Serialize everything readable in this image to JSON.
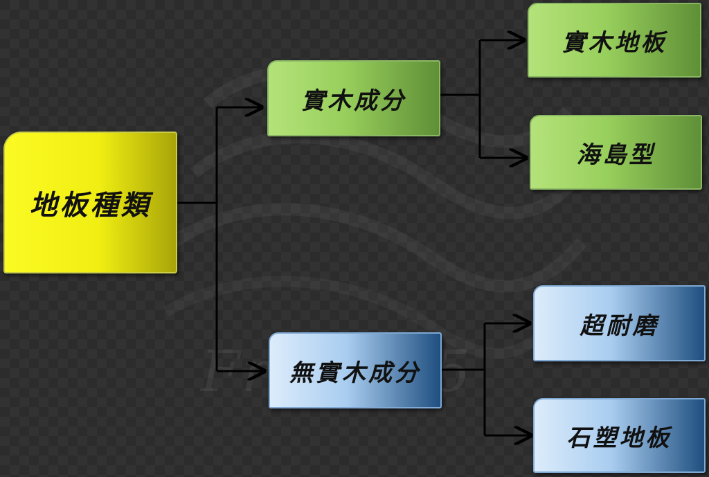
{
  "diagram": {
    "root": {
      "label": "地板種類"
    },
    "branches": [
      {
        "label": "實木成分",
        "children": [
          {
            "label": "實木地板"
          },
          {
            "label": "海島型"
          }
        ]
      },
      {
        "label": "無實木成分",
        "children": [
          {
            "label": "超耐磨"
          },
          {
            "label": "石塑地板"
          }
        ]
      }
    ]
  },
  "watermark": {
    "text": "Free 365"
  },
  "colors": {
    "background": "#2c2c2c",
    "root_fill": "#f0ee12",
    "green_fill": "#98cf5c",
    "blue_fill": "#a9cdf0",
    "connector": "#000000"
  }
}
